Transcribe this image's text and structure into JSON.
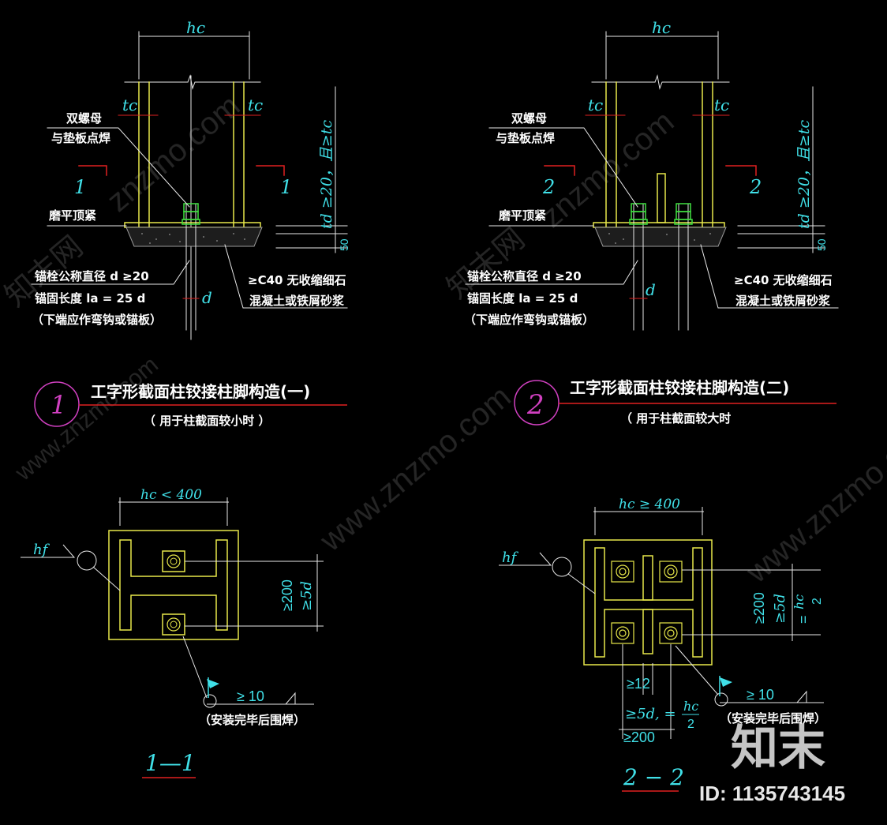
{
  "colors": {
    "background": "#000000",
    "yellow": "#e8e84a",
    "white": "#ffffff",
    "cyan": "#40e0e8",
    "red": "#e02020",
    "magenta": "#d040c0",
    "green": "#40e040",
    "grout": "#9a9a9a"
  },
  "detail1": {
    "dim_hc": "hc",
    "dim_tc_left": "tc",
    "dim_tc_right": "tc",
    "label_nut": [
      "双螺母",
      "与垫板点焊"
    ],
    "section_mark": "1",
    "label_grind": "磨平顶紧",
    "vertical_note": "td ≥20，且≥tc",
    "dim_50": "50",
    "label_grout": [
      "≥C40 无收缩细石",
      "混凝土或铁屑砂浆"
    ],
    "label_bolt": [
      "锚栓公称直径 d ≥20",
      "锚固长度 la = 25 d",
      "（下端应作弯钩或锚板）"
    ],
    "dim_d": "d",
    "title_number": "1",
    "title": "工字形截面柱铰接柱脚构造(一)",
    "subtitle": "（ 用于柱截面较小时 ）"
  },
  "detail2": {
    "dim_hc": "hc",
    "dim_tc_left": "tc",
    "dim_tc_right": "tc",
    "label_nut": [
      "双螺母",
      "与垫板点焊"
    ],
    "section_mark": "2",
    "label_grind": "磨平顶紧",
    "vertical_note": "td ≥20，且≥tc",
    "dim_50": "50",
    "label_grout": [
      "≥C40 无收缩细石",
      "混凝土或铁屑砂浆"
    ],
    "label_bolt": [
      "锚栓公称直径 d ≥20",
      "锚固长度 la = 25 d",
      "（下端应作弯钩或锚板）"
    ],
    "dim_d": "d",
    "title_number": "2",
    "title": "工字形截面柱铰接柱脚构造(二)",
    "subtitle": "（   用于柱截面较大时"
  },
  "section1": {
    "dim_top": "hc < 400",
    "weld_symbol": "hf",
    "dim_side": [
      "≥200",
      "≥5d"
    ],
    "weld_size": "≥ 10",
    "weld_note": "（安装完毕后围焊）",
    "label": "1—1"
  },
  "section2": {
    "dim_top": "hc ≥ 400",
    "weld_symbol": "hf",
    "dim_side": [
      "≥200",
      "≥5d"
    ],
    "dim_side_frac": [
      "= ",
      "hc",
      "2"
    ],
    "dim_bottom": [
      "≥12",
      "≥5d, = ",
      "hc",
      "2",
      "≥200"
    ],
    "weld_size": "≥ 10",
    "weld_note": "（安装完毕后围焊）",
    "label": "2 − 2"
  },
  "watermark": {
    "site": "znzmo.com",
    "site_alt": "www.znzmo.com",
    "logo_text": "知末",
    "logo_cn": "知末网",
    "id_text": "ID: 1135743145"
  }
}
